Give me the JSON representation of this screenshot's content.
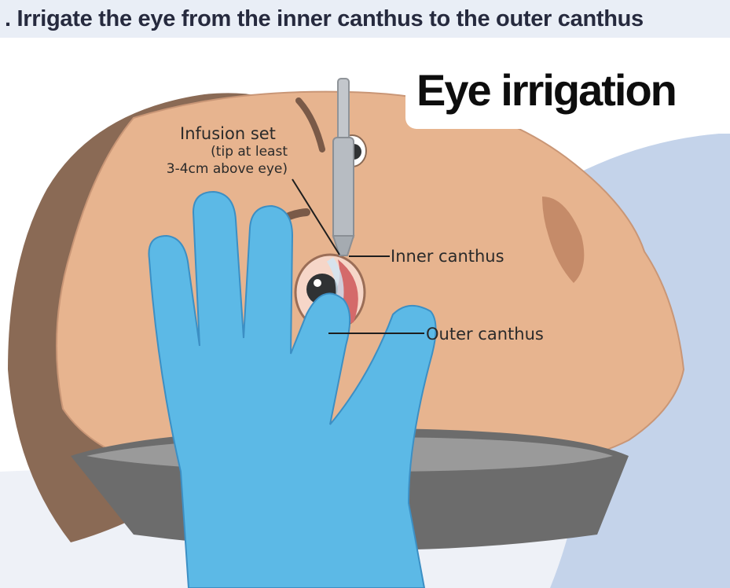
{
  "header": {
    "text": ". Irrigate the eye from the inner canthus to the outer canthus"
  },
  "title": "Eye irrigation",
  "labels": {
    "infusion_set": "Infusion set",
    "infusion_note_1": "(tip at least",
    "infusion_note_2": "3-4cm above eye)",
    "inner_canthus": "Inner canthus",
    "outer_canthus": "Outer canthus"
  },
  "colors": {
    "header_bg": "#e9eef6",
    "header_text": "#262a3e",
    "skin": "#e7b48f",
    "hair": "#8a6a55",
    "pillow": "#c4d3ea",
    "glove": "#5cb9e6",
    "basin": "#6c6c6c",
    "title_text": "#0d0d0d"
  },
  "icons": [
    "infusion-tube-icon",
    "basin-icon",
    "gloved-hand-icon",
    "eye-icon"
  ]
}
